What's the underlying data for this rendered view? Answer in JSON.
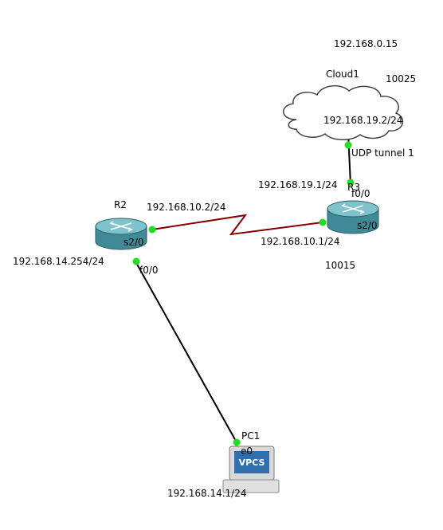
{
  "labels": {
    "cloud_name": "Cloud1",
    "cloud_ip_top": "192.168.0.15",
    "cloud_port": "10025",
    "cloud_ip_inside": "192.168.19.2/24",
    "udp_tunnel": "UDP tunnel 1",
    "r3_ip_f0": "192.168.19.1/24",
    "r3_name": "R3",
    "r3_f0": "f0/0",
    "r3_s2": "s2/0",
    "r3_ip_s2": "192.168.10.1/24",
    "r3_port": "10015",
    "r2_name": "R2",
    "r2_ip_s2": "192.168.10.2/24",
    "r2_s2": "s2/0",
    "r2_ip_f0": "192.168.14.254/24",
    "r2_f0": "f0/0",
    "pc_name": "PC1",
    "pc_e0": "e0",
    "pc_screen": "VPCS",
    "pc_ip": "192.168.14.1/24"
  },
  "colors": {
    "serial_link": "#800000",
    "ethernet_link": "#000000",
    "port_dot": "#22dd22",
    "router_body": "#3f8a96",
    "router_top": "#7ec3cc",
    "cloud_outline": "#444444"
  }
}
